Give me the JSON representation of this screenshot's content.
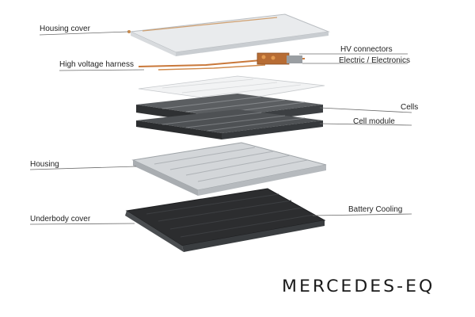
{
  "labels": {
    "housing_cover": "Housing cover",
    "high_voltage_harness": "High voltage harness",
    "hv_connectors": "HV connectors",
    "electric_electronics": "Electric / Electronics",
    "cells": "Cells",
    "cell_module": "Cell module",
    "housing": "Housing",
    "battery_cooling": "Battery Cooling",
    "underbody_cover": "Underbody cover"
  },
  "brand": "MERCEDES-EQ",
  "colors": {
    "leader_line": "#6b6b6b",
    "cover_light": "#e8eaec",
    "harness_orange": "#c9783a",
    "cell_dark": "#2f3133",
    "housing_gray": "#c3c7ca",
    "cooling_dark": "#2a2b2d"
  }
}
